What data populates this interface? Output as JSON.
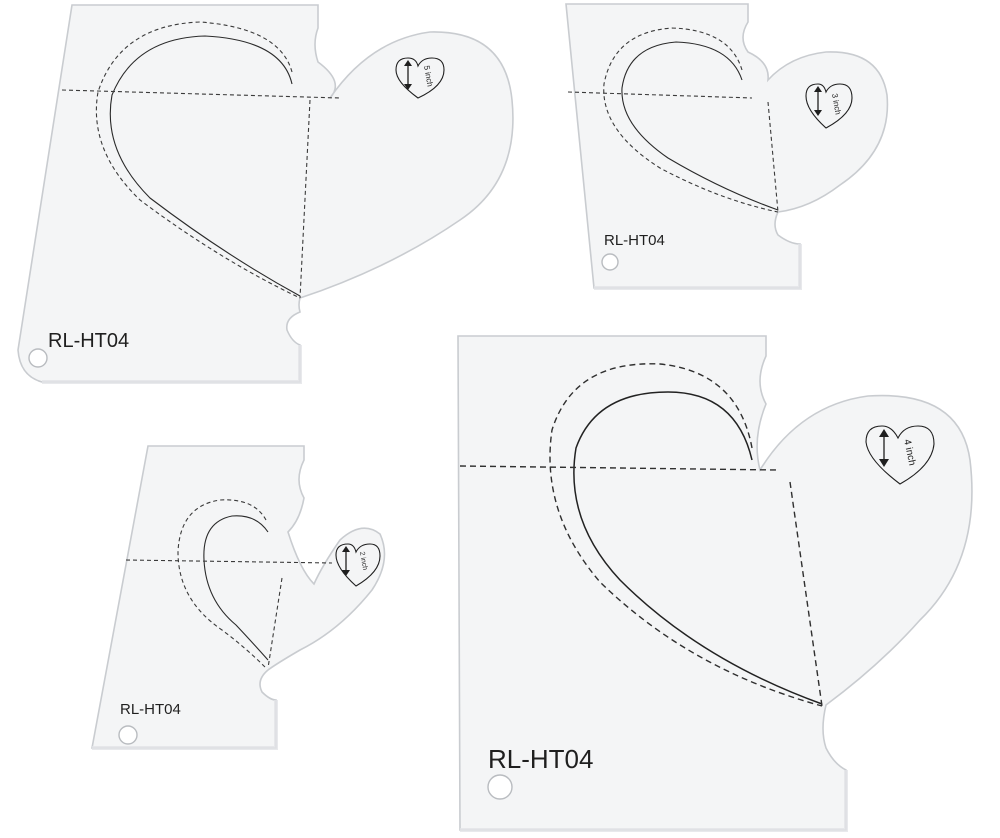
{
  "templates": [
    {
      "code": "RL-HT04",
      "size_label": "5 inch"
    },
    {
      "code": "RL-HT04",
      "size_label": "3 inch"
    },
    {
      "code": "RL-HT04",
      "size_label": "2 inch"
    },
    {
      "code": "RL-HT04",
      "size_label": "4 inch"
    }
  ]
}
